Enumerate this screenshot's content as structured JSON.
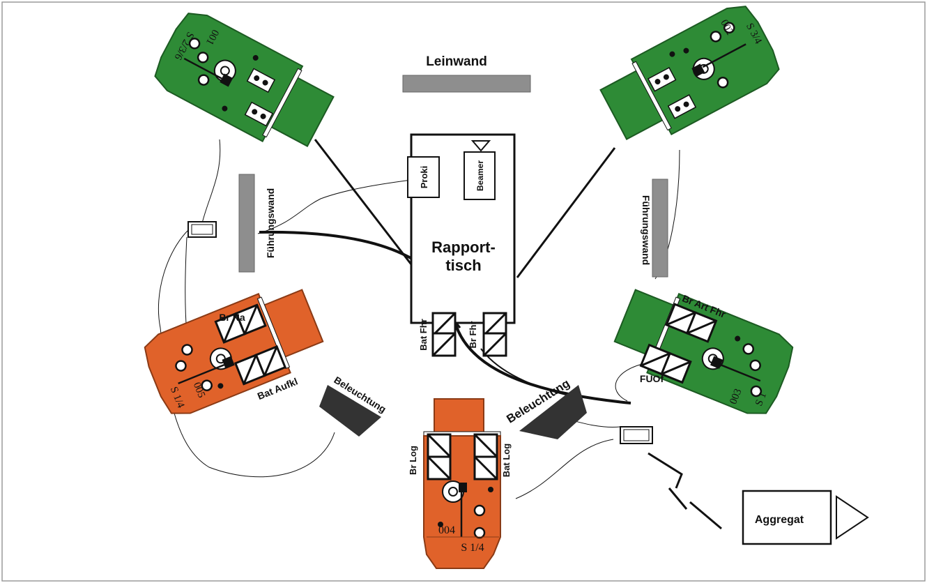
{
  "colors": {
    "green": "#2e8b36",
    "orange": "#e0622a",
    "gray": "#8e8e8e",
    "dark": "#333333",
    "frame": "#9a9a9a"
  },
  "screen": {
    "label": "Leinwand"
  },
  "table": {
    "label_line1": "Rapport-",
    "label_line2": "tisch",
    "proki": "Proki",
    "beamer": "Beamer",
    "bat_fhr": "Bat Fhr",
    "br_fhr": "Br Fhr"
  },
  "walls": {
    "left": "Führungswand",
    "right": "Führungswand"
  },
  "lighting": {
    "left": "Beleuchtung",
    "right": "Beleuchtung"
  },
  "aggregate": {
    "label": "Aggregat"
  },
  "vehicles": {
    "v001": {
      "number": "001",
      "sub": "S 2/3/6"
    },
    "v002": {
      "number": "002",
      "sub": "S 3/4"
    },
    "v003": {
      "number": "003",
      "sub": "S 1",
      "label_a": "Br Art Fhr",
      "label_b": "FUOf"
    },
    "v004": {
      "number": "004",
      "sub": "S 1/4",
      "label_a": "Br Log",
      "label_b": "Bat Log"
    },
    "v005": {
      "number": "005",
      "sub": "S 1/4",
      "label_a": "Br Na",
      "label_b": "Bat Aufkl"
    }
  }
}
